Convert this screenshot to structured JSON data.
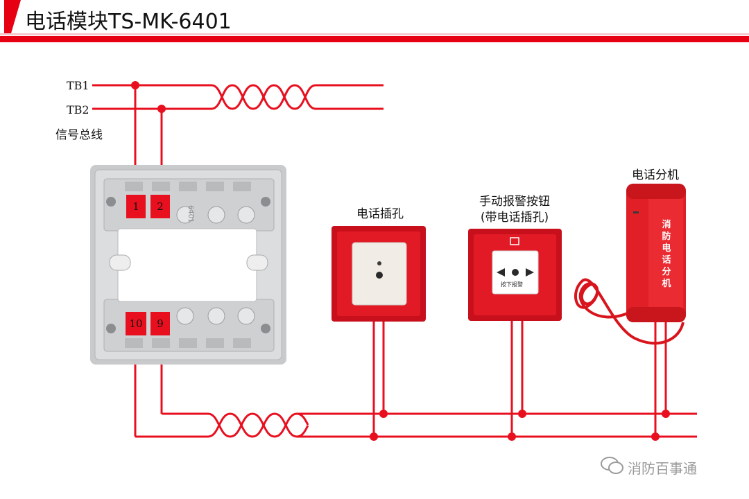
{
  "header": {
    "title": "电话模块TS-MK-6401"
  },
  "bus": {
    "tb1": "TB1",
    "tb2": "TB2",
    "label": "信号总线"
  },
  "module": {
    "terminals": [
      "1",
      "2",
      "10",
      "9"
    ],
    "model_mark": "6401"
  },
  "devices": {
    "phone_jack": "电话插孔",
    "call_point_line1": "手动报警按钮",
    "call_point_line2": "(带电话插孔)",
    "call_point_face_text": "按下报警",
    "handset": "电话分机",
    "handset_vertical": [
      "消",
      "防",
      "电",
      "话",
      "分",
      "机"
    ]
  },
  "watermark": "消防百事通",
  "colors": {
    "accent": "#e60012",
    "wire": "#e8101f",
    "module_body": "#d9dadc"
  }
}
